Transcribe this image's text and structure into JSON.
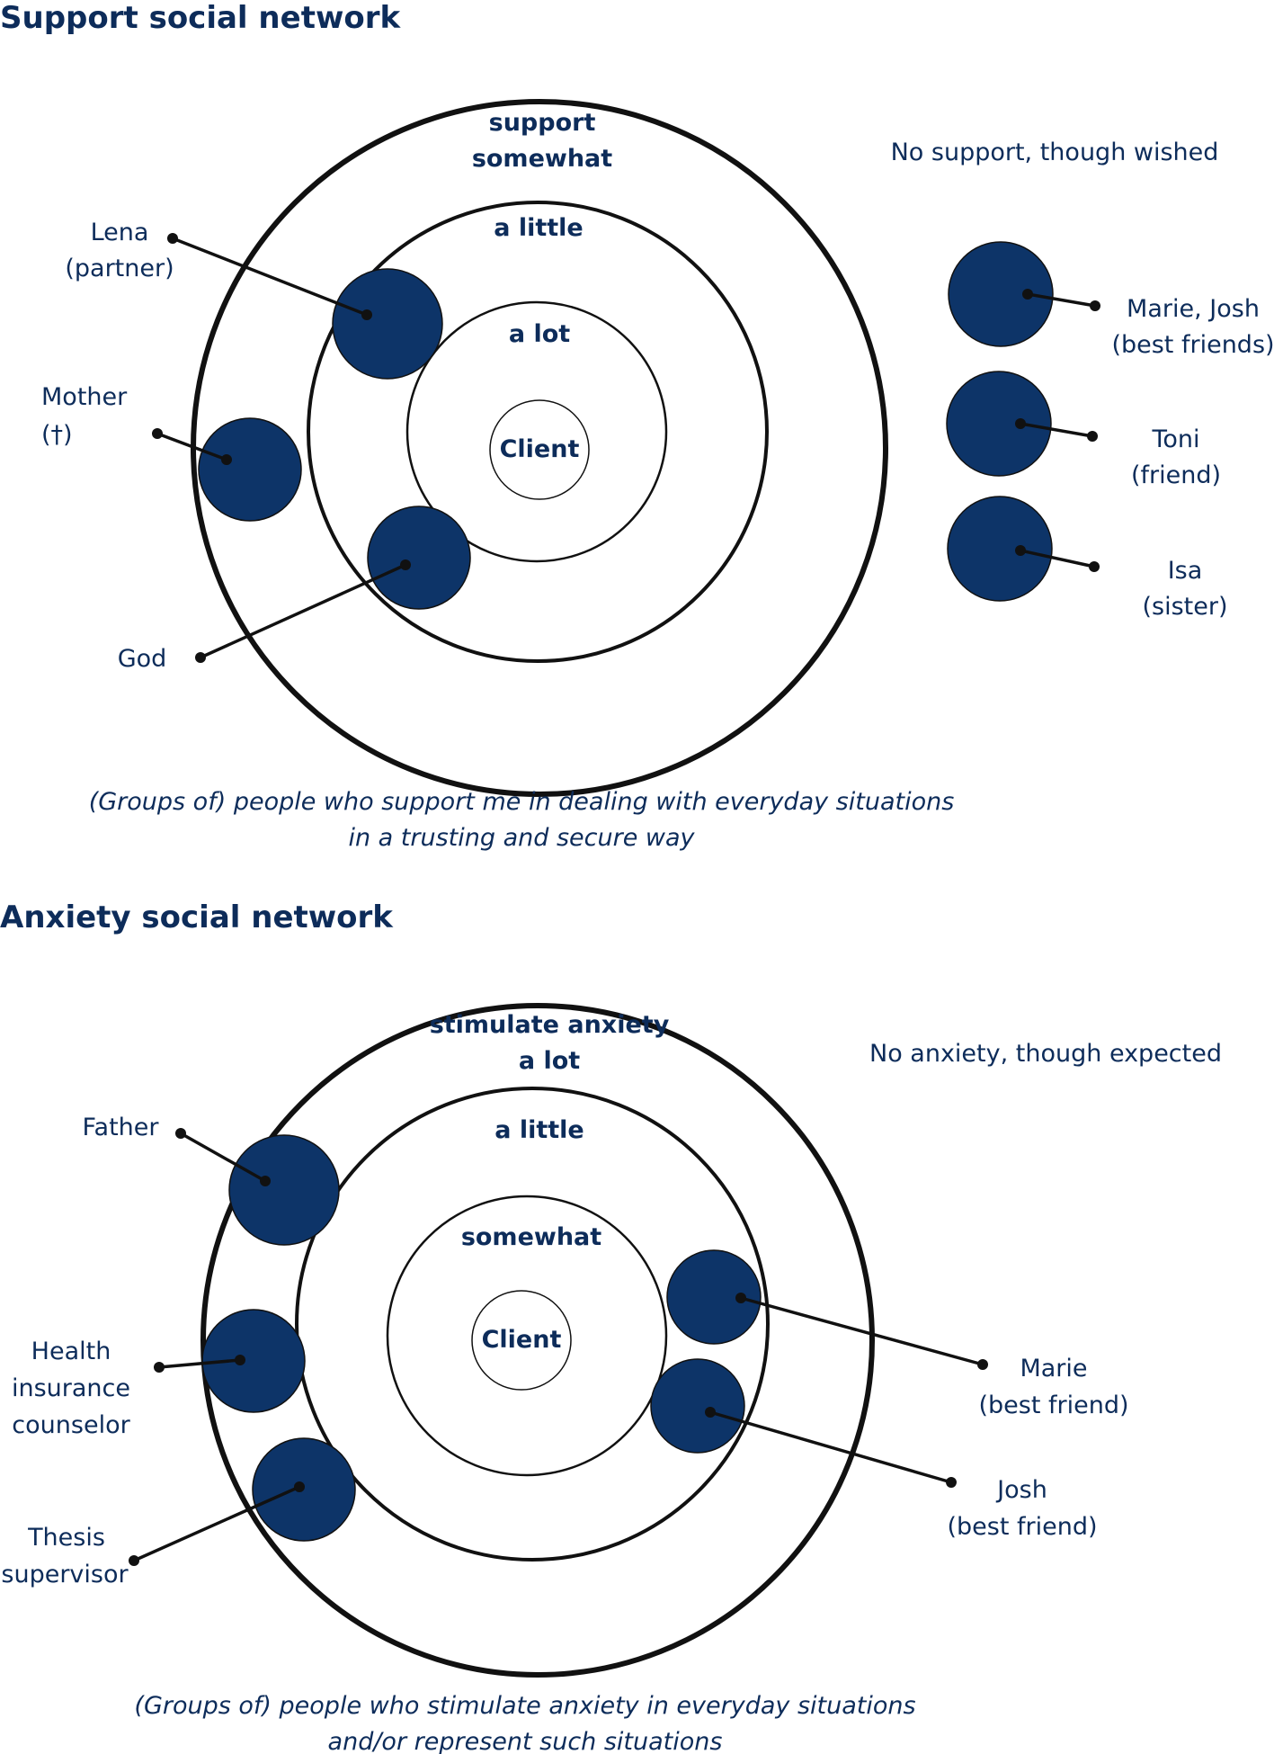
{
  "support": {
    "title": "Support social network",
    "ring_outer_label": [
      "support",
      "somewhat"
    ],
    "ring_middle_label": "a little",
    "ring_inner_label": "a lot",
    "center": "Client",
    "lena": [
      "Lena",
      "(partner)"
    ],
    "mother": [
      "Mother",
      "(†)"
    ],
    "god": "God",
    "side_heading": "No support, though wished",
    "marie_josh": [
      "Marie, Josh",
      "(best friends)"
    ],
    "toni": [
      "Toni",
      "(friend)"
    ],
    "isa": [
      "Isa",
      "(sister)"
    ],
    "caption": [
      "(Groups of) people who support me in dealing with everyday situations",
      "in a trusting and secure way"
    ]
  },
  "anxiety": {
    "title": "Anxiety social network",
    "ring_outer_label": [
      "stimulate anxiety",
      "a lot"
    ],
    "ring_middle_label": "a little",
    "ring_inner_label": "somewhat",
    "center": "Client",
    "father": "Father",
    "health": [
      "Health",
      "insurance",
      "counselor"
    ],
    "thesis": [
      "Thesis",
      "supervisor"
    ],
    "marie": [
      "Marie",
      "(best friend)"
    ],
    "josh": [
      "Josh",
      "(best friend)"
    ],
    "side_heading": "No anxiety, though expected",
    "caption": [
      "(Groups of) people who stimulate anxiety in everyday situations",
      "and/or represent such situations"
    ]
  },
  "colors": {
    "navy": "#0d3468",
    "text": "#0d2c5a",
    "line": "#111111"
  }
}
